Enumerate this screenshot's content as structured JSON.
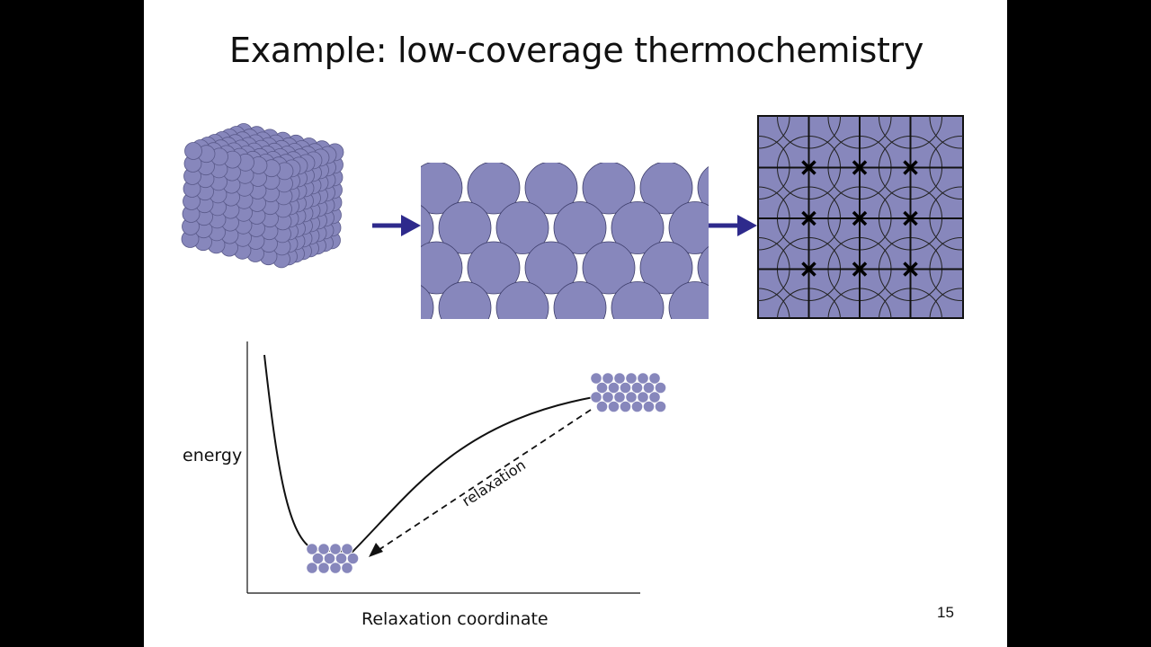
{
  "slide": {
    "title": "Example: low-coverage thermochemistry",
    "page_number": "15"
  },
  "energy_diagram": {
    "ylabel": "energy",
    "xlabel": "Relaxation coordinate",
    "arrow_label": "relaxation"
  },
  "colors": {
    "atom_fill": "#8787bc",
    "atom_stroke": "#5a5a8a",
    "arrow": "#2e2a8c",
    "line": "#111111"
  },
  "icons": [
    "crystal-cluster-image",
    "surface-layer-image",
    "adsorption-site-grid-image",
    "arrow-right-icon",
    "cross-mark-icon"
  ]
}
